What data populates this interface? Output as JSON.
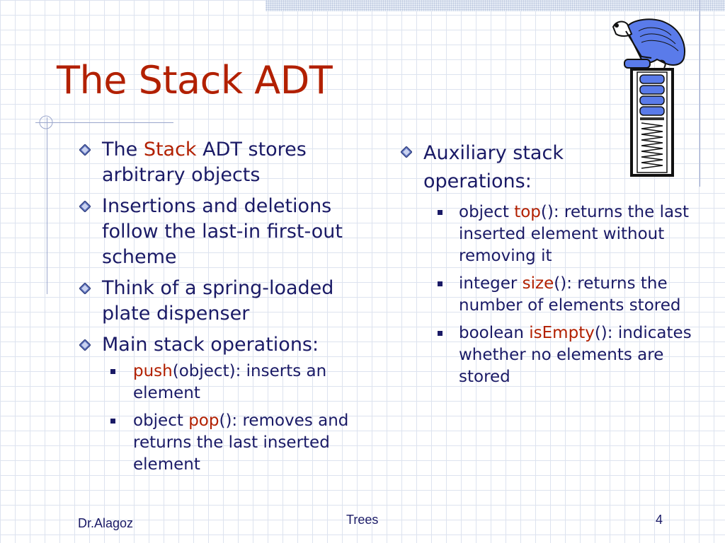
{
  "slide": {
    "title": "The Stack ADT",
    "left_bullets": [
      {
        "parts": [
          {
            "text": "The "
          },
          {
            "text": "Stack",
            "highlight": true
          },
          {
            "text": " ADT stores arbitrary objects"
          }
        ]
      },
      {
        "parts": [
          {
            "text": "Insertions and deletions follow the last-in first-out scheme"
          }
        ]
      },
      {
        "parts": [
          {
            "text": "Think of a spring-loaded plate dispenser"
          }
        ]
      },
      {
        "parts": [
          {
            "text": "Main stack operations:"
          }
        ],
        "sub": [
          {
            "parts": [
              {
                "text": "push",
                "highlight": true
              },
              {
                "text": "(object): inserts an element"
              }
            ]
          },
          {
            "parts": [
              {
                "text": "object "
              },
              {
                "text": "pop",
                "highlight": true
              },
              {
                "text": "(): removes and returns the last inserted element"
              }
            ]
          }
        ]
      }
    ],
    "right_bullets": [
      {
        "parts": [
          {
            "text": "Auxiliary stack operations:"
          }
        ],
        "sub": [
          {
            "parts": [
              {
                "text": "object "
              },
              {
                "text": "top",
                "highlight": true
              },
              {
                "text": "(): returns the last inserted element without removing it"
              }
            ]
          },
          {
            "parts": [
              {
                "text": "integer "
              },
              {
                "text": "size",
                "highlight": true
              },
              {
                "text": "(): returns the number of elements stored"
              }
            ]
          },
          {
            "parts": [
              {
                "text": "boolean "
              },
              {
                "text": "isEmpty",
                "highlight": true
              },
              {
                "text": "(): indicates whether no elements are stored"
              }
            ]
          }
        ]
      }
    ]
  },
  "footer": {
    "author": "Dr.Alagoz",
    "topic": "Trees",
    "page_number": "4"
  },
  "colors": {
    "title": "#b22000",
    "text": "#1a1a66",
    "highlight": "#b22000",
    "dispenser_fill": "#5a7bea"
  },
  "icons": {
    "bullet": "diamond-bullet-icon",
    "sub_bullet": "square-bullet-icon",
    "illustration": "pez-dispenser-illustration"
  }
}
